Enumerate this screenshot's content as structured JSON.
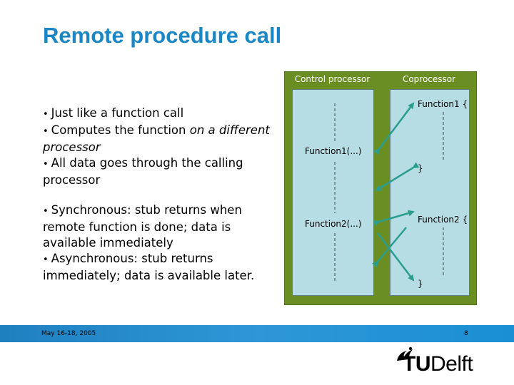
{
  "slide": {
    "title": "Remote procedure call",
    "bullets": [
      {
        "text": "Just like a function call"
      },
      {
        "prefix": "Computes the function ",
        "emph": "on a different processor"
      },
      {
        "text": "All data goes through the calling processor"
      },
      {
        "text": "Synchronous: stub returns when remote function is done; data is available immediately"
      },
      {
        "text": "Asynchronous: stub returns immediately; data is available later."
      }
    ],
    "bullet_symbol": "•"
  },
  "diagram": {
    "control_header": "Control processor",
    "coprocessor_header": "Coprocessor",
    "call1": "Function1(...)",
    "call2": "Function2(...)",
    "def1_open": "Function1 {",
    "def1_close": "}",
    "def2_open": "Function2 {",
    "def2_close": "}",
    "colors": {
      "panel": "#6b8e23",
      "column": "#b6dde3",
      "arrow": "#2a9d8f"
    }
  },
  "footer": {
    "date": "May 16-18, 2005",
    "page": "8",
    "logo_tu": "TU",
    "logo_delft": "Delft"
  }
}
